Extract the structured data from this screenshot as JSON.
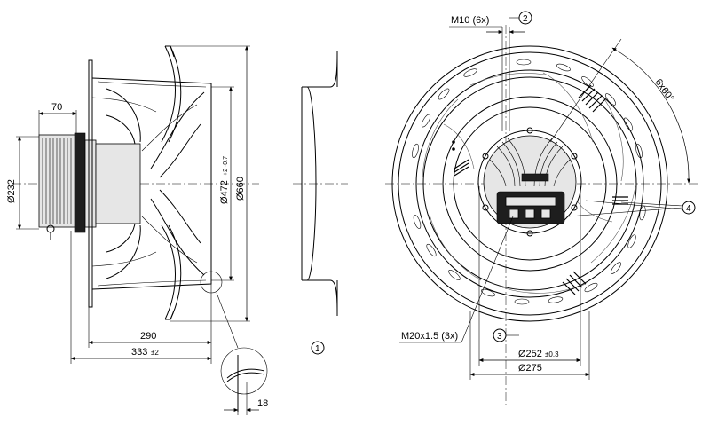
{
  "labels": {
    "dim_70": "70",
    "dim_232": "Ø232",
    "dim_472": "Ø472",
    "dim_472_tol": "+2 -0.7",
    "dim_660": "Ø660",
    "dim_290": "290",
    "dim_333": "333",
    "dim_333_tol": "±2",
    "dim_18": "18",
    "dim_m10": "M10 (6x)",
    "dim_6x60": "6x60°",
    "dim_m20": "M20x1.5 (3x)",
    "dim_252": "Ø252",
    "dim_252_tol": "±0.3",
    "dim_275": "Ø275"
  },
  "callouts": {
    "c1": "1",
    "c2": "2",
    "c3": "3",
    "c4": "4"
  }
}
